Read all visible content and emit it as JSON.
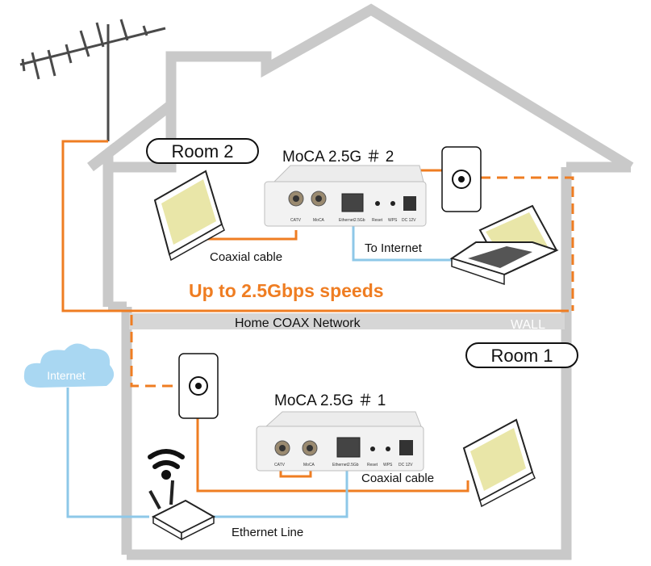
{
  "rooms": {
    "room2": "Room 2",
    "room1": "Room 1"
  },
  "devices": {
    "moca2": {
      "title": "MoCA 2.5G ＃ 2",
      "ports": [
        "CATV",
        "MoCA",
        "Ethernet2.5Gb",
        "Reset",
        "WPS",
        "DC 12V"
      ]
    },
    "moca1": {
      "title": "MoCA 2.5G ＃ 1",
      "ports": [
        "CATV",
        "MoCA",
        "Ethernet2.5Gb",
        "Reset",
        "WPS",
        "DC 12V"
      ]
    }
  },
  "labels": {
    "coax_upper": "Coaxial cable",
    "to_internet": "To Internet",
    "speed": "Up to 2.5Gbps speeds",
    "network": "Home COAX Network",
    "wall": "WALL",
    "internet_cloud": "Internet",
    "coax_lower": "Coaxial cable",
    "ethernet_line": "Ethernet Line"
  },
  "colors": {
    "house": "#c9c9c9",
    "coax": "#ef7d22",
    "ethernet": "#8ec8e8",
    "speed_text": "#ef7d22",
    "cloud": "#a9d7f2"
  }
}
